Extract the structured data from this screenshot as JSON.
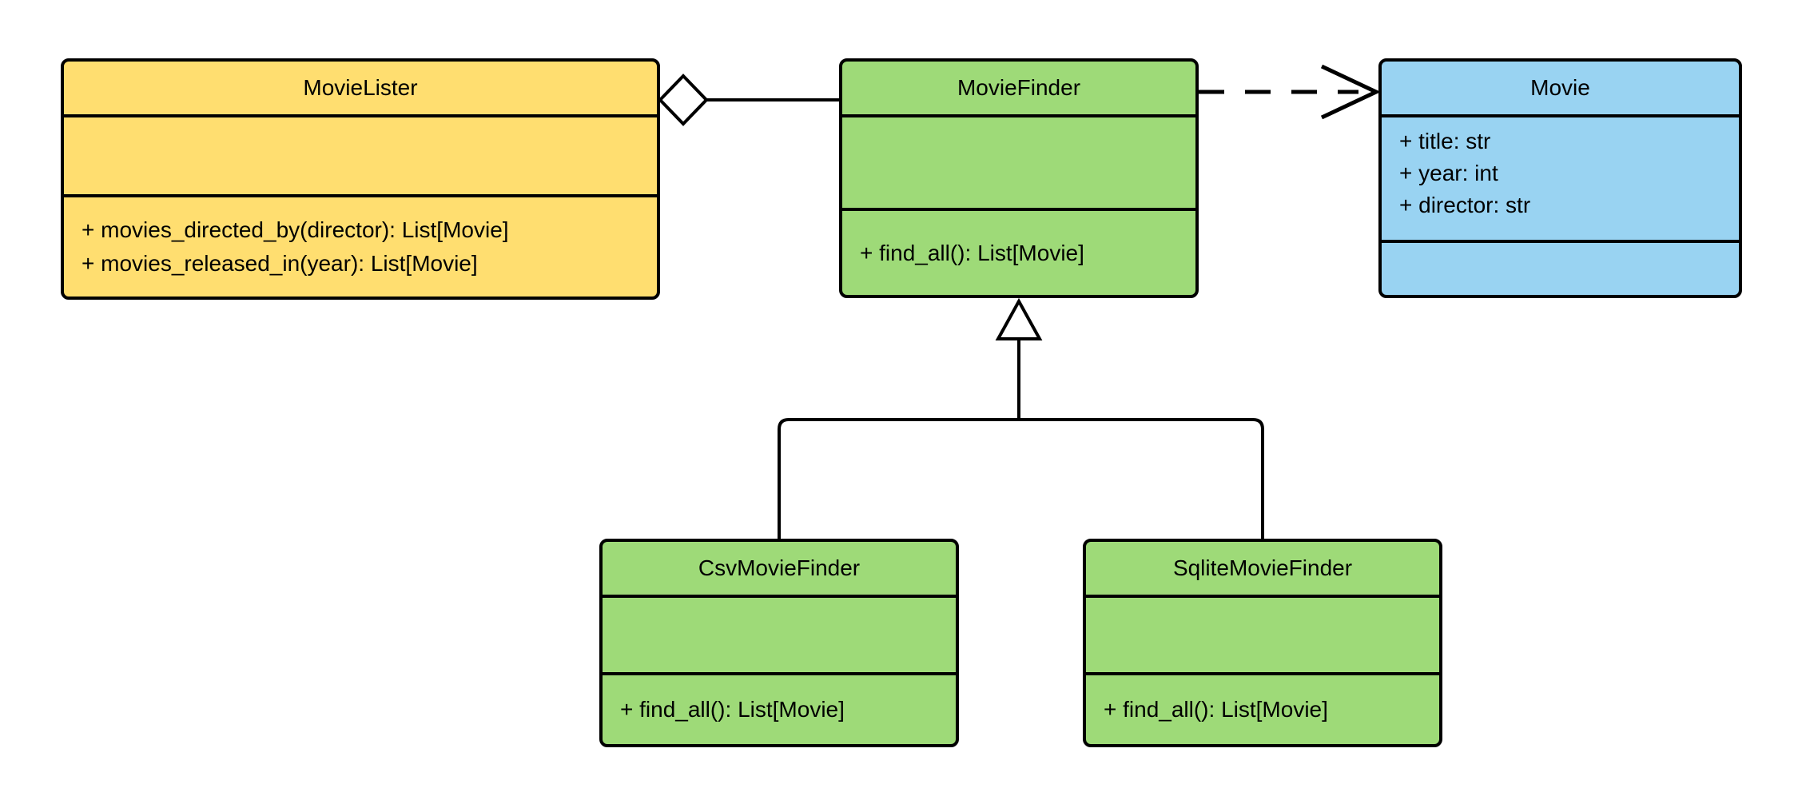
{
  "diagram": {
    "type": "uml-class-diagram",
    "classes": [
      {
        "name": "MovieLister",
        "fill": "#ffde70",
        "attributes": [],
        "methods": [
          "+ movies_directed_by(director): List[Movie]",
          "+ movies_released_in(year): List[Movie]"
        ]
      },
      {
        "name": "MovieFinder",
        "fill": "#9eda78",
        "attributes": [],
        "methods": [
          "+ find_all(): List[Movie]"
        ]
      },
      {
        "name": "Movie",
        "fill": "#99d3f2",
        "attributes": [
          "+ title: str",
          "+ year: int",
          "+ director: str"
        ],
        "methods": []
      },
      {
        "name": "CsvMovieFinder",
        "fill": "#9eda78",
        "attributes": [],
        "methods": [
          "+ find_all(): List[Movie]"
        ]
      },
      {
        "name": "SqliteMovieFinder",
        "fill": "#9eda78",
        "attributes": [],
        "methods": [
          "+ find_all(): List[Movie]"
        ]
      }
    ],
    "relationships": [
      {
        "type": "aggregation",
        "from": "MovieLister",
        "to": "MovieFinder"
      },
      {
        "type": "dependency",
        "from": "MovieFinder",
        "to": "Movie"
      },
      {
        "type": "inheritance",
        "from": "CsvMovieFinder",
        "to": "MovieFinder"
      },
      {
        "type": "inheritance",
        "from": "SqliteMovieFinder",
        "to": "MovieFinder"
      }
    ],
    "colors": {
      "stroke": "#000000",
      "yellow": "#ffde70",
      "green": "#9eda78",
      "blue": "#99d3f2",
      "background": "#ffffff"
    }
  }
}
